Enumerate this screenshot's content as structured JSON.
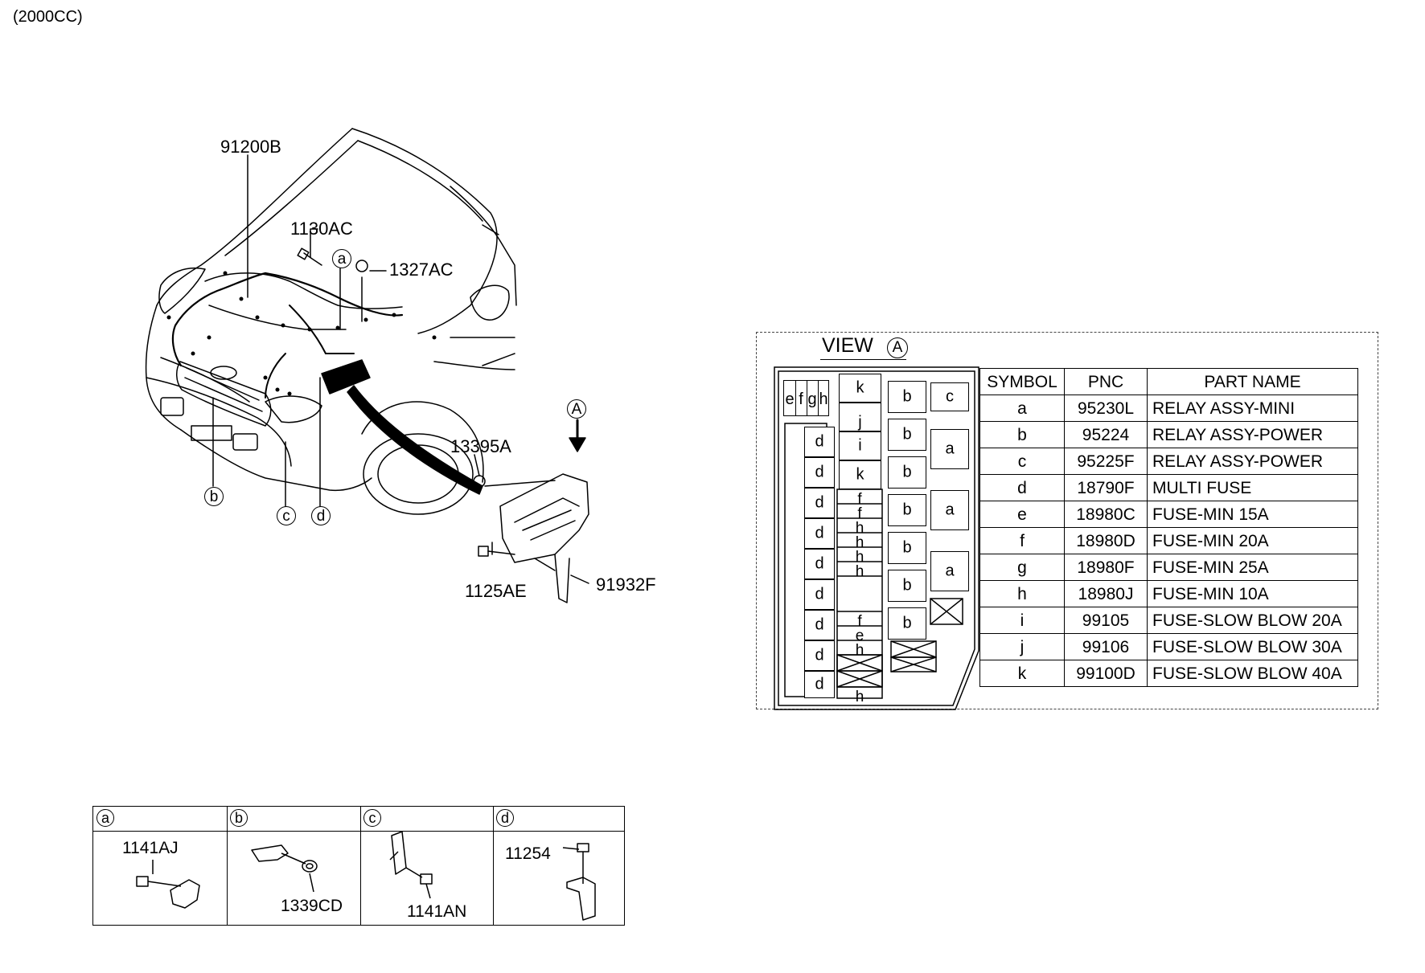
{
  "engine_label": "(2000CC)",
  "callouts": {
    "harness": "91200B",
    "bolt_top": "1130AC",
    "nut_top": "1327AC",
    "grommet": "13395A",
    "bolt_bracket": "1125AE",
    "bracket": "91932F"
  },
  "markers": {
    "a": "a",
    "b": "b",
    "c": "c",
    "d": "d",
    "view": "A"
  },
  "view": {
    "title": "VIEW",
    "marker": "A"
  },
  "fuse_box": {
    "top_left_slots": [
      "e",
      "f",
      "g",
      "h"
    ],
    "d_column": [
      "d",
      "d",
      "d",
      "d",
      "d",
      "d",
      "d",
      "d",
      "d"
    ],
    "mid_column": [
      "k",
      "j",
      "i",
      "k"
    ],
    "mini_slots": [
      "f",
      "f",
      "h",
      "h",
      "h",
      "h",
      "f",
      "e",
      "h",
      "h"
    ],
    "b_column": [
      "b",
      "b",
      "b",
      "b",
      "b",
      "b",
      "b"
    ],
    "right_column": [
      "c",
      "a",
      "a",
      "a"
    ]
  },
  "parts_table": {
    "headers": [
      "SYMBOL",
      "PNC",
      "PART NAME"
    ],
    "rows": [
      [
        "a",
        "95230L",
        "RELAY ASSY-MINI"
      ],
      [
        "b",
        "95224",
        "RELAY ASSY-POWER"
      ],
      [
        "c",
        "95225F",
        "RELAY ASSY-POWER"
      ],
      [
        "d",
        "18790F",
        "MULTI FUSE"
      ],
      [
        "e",
        "18980C",
        "FUSE-MIN 15A"
      ],
      [
        "f",
        "18980D",
        "FUSE-MIN 20A"
      ],
      [
        "g",
        "18980F",
        "FUSE-MIN 25A"
      ],
      [
        "h",
        "18980J",
        "FUSE-MIN 10A"
      ],
      [
        "i",
        "99105",
        "FUSE-SLOW BLOW 20A"
      ],
      [
        "j",
        "99106",
        "FUSE-SLOW BLOW 30A"
      ],
      [
        "k",
        "99100D",
        "FUSE-SLOW BLOW 40A"
      ]
    ]
  },
  "detail_table": {
    "columns": [
      {
        "marker": "a",
        "parts": [
          "1141AJ"
        ]
      },
      {
        "marker": "b",
        "parts": [
          "1339CD"
        ]
      },
      {
        "marker": "c",
        "parts": [
          "1141AN"
        ]
      },
      {
        "marker": "d",
        "parts": [
          "11254"
        ]
      }
    ]
  }
}
